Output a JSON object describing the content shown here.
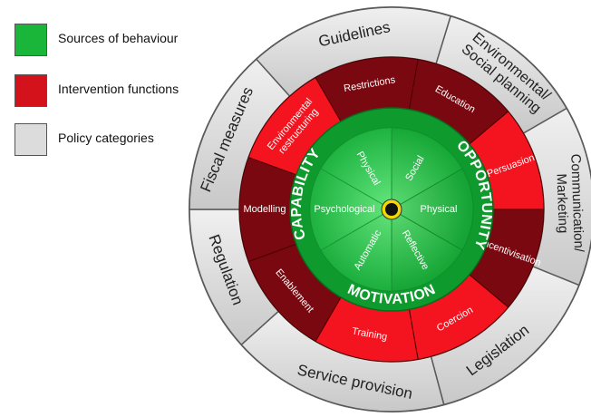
{
  "legend": [
    {
      "label": "Sources of behaviour",
      "color": "#19b63a"
    },
    {
      "label": "Intervention functions",
      "color": "#d4121b"
    },
    {
      "label": "Policy categories",
      "color": "#dcdcdc"
    }
  ],
  "colors": {
    "green_light": "#2fd054",
    "green_dark": "#15a534",
    "red_bright": "#f4141f",
    "red_dark": "#7a0810",
    "grey": "#d9d9d9",
    "outline": "#5a5a5a",
    "hub": "#f2d800"
  },
  "policy_categories": [
    "Guidelines",
    "Environmental/ Social planning",
    "Communication/ Marketing",
    "Legislation",
    "Service provision",
    "Regulation",
    "Fiscal measures"
  ],
  "intervention_functions": [
    "Restrictions",
    "Education",
    "Persuasion",
    "Incentivisation",
    "Coercion",
    "Training",
    "Enablement",
    "Modelling",
    "Environmental restructuring"
  ],
  "source_groups": [
    "CAPABILITY",
    "OPPORTUNITY",
    "MOTIVATION"
  ],
  "source_components": [
    "Physical",
    "Social",
    "Physical",
    "Reflective",
    "Automatic",
    "Psychological"
  ]
}
